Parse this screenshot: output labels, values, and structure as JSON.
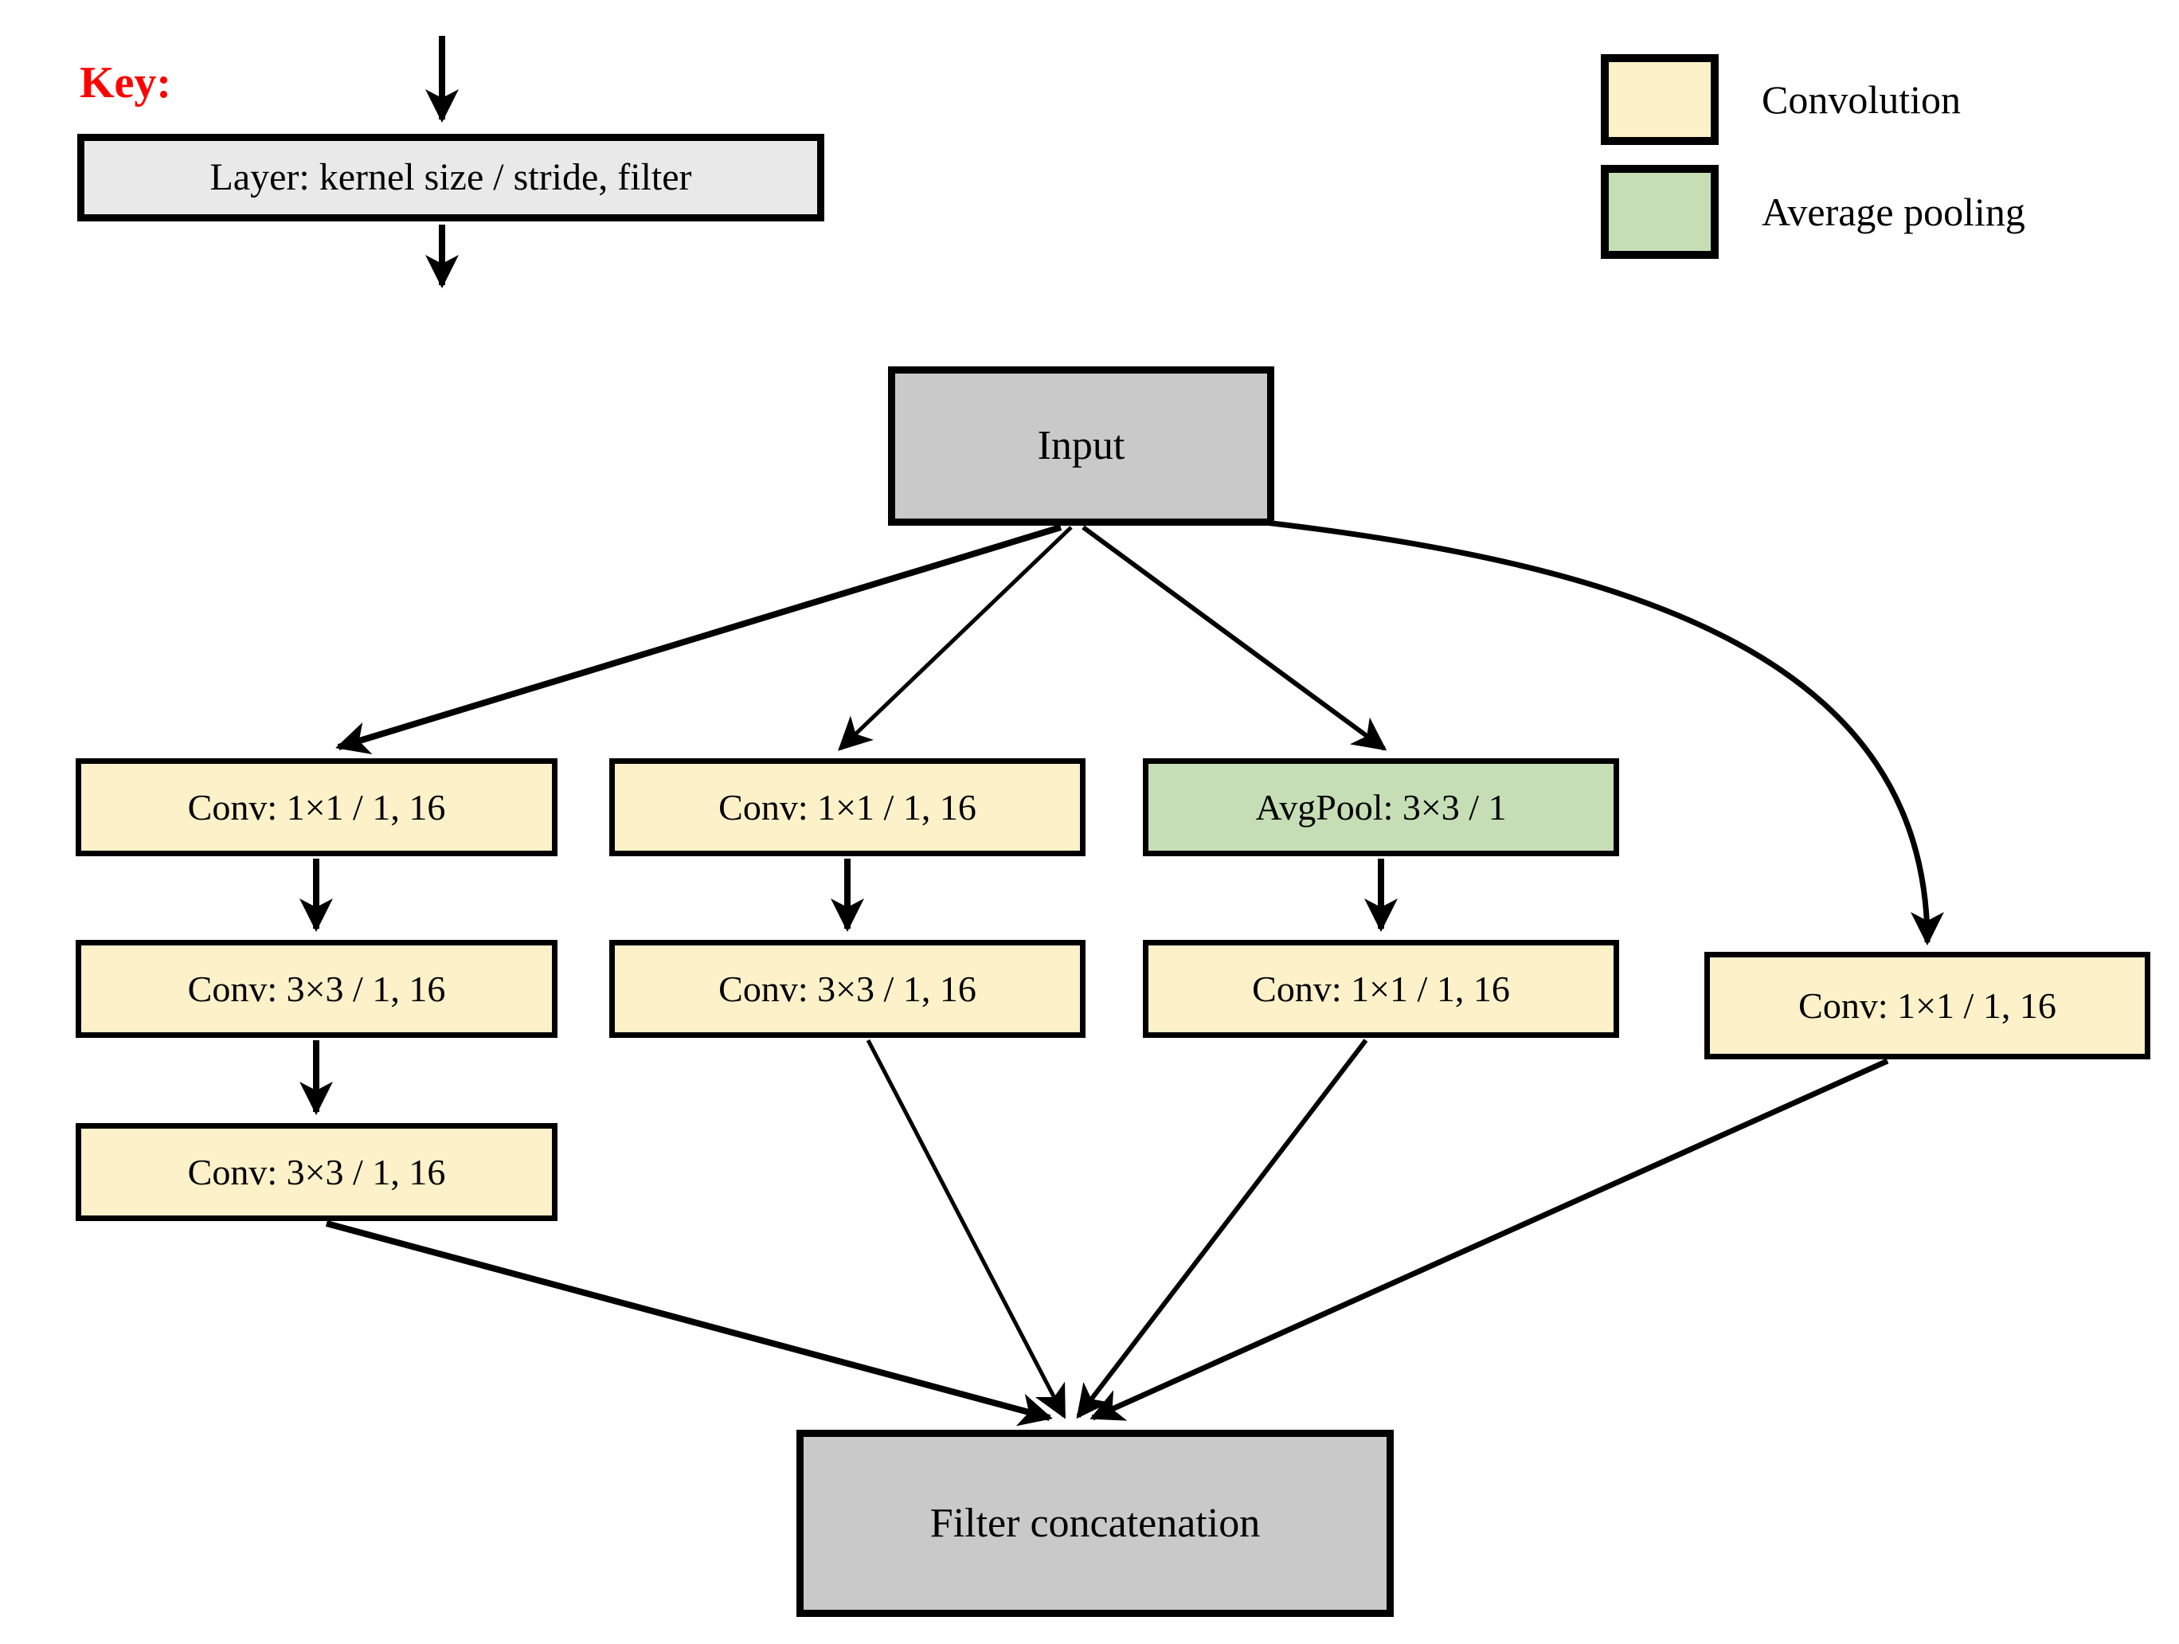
{
  "key": {
    "title": "Key:",
    "box_label": "Layer: kernel size / stride, filter"
  },
  "legend": {
    "items": [
      {
        "label": "Convolution",
        "color": "#fcf1c9"
      },
      {
        "label": "Average pooling",
        "color": "#c6deb5"
      }
    ]
  },
  "nodes": {
    "input": "Input",
    "b1_conv1": "Conv: 1×1 / 1, 16",
    "b1_conv2": "Conv: 3×3 / 1, 16",
    "b1_conv3": "Conv: 3×3 / 1, 16",
    "b2_conv1": "Conv: 1×1 / 1, 16",
    "b2_conv2": "Conv: 3×3 / 1, 16",
    "b3_pool": "AvgPool: 3×3 / 1",
    "b3_conv1": "Conv: 1×1 / 1, 16",
    "b4_conv1": "Conv: 1×1 / 1, 16",
    "concat": "Filter concatenation"
  },
  "colors": {
    "convolution_fill": "#fcf1c9",
    "average_pooling_fill": "#c6deb5",
    "io_fill": "#c9c9c9",
    "key_box_fill": "#e9e9e9",
    "key_title_color": "#ff0000",
    "line_color": "#000000"
  }
}
